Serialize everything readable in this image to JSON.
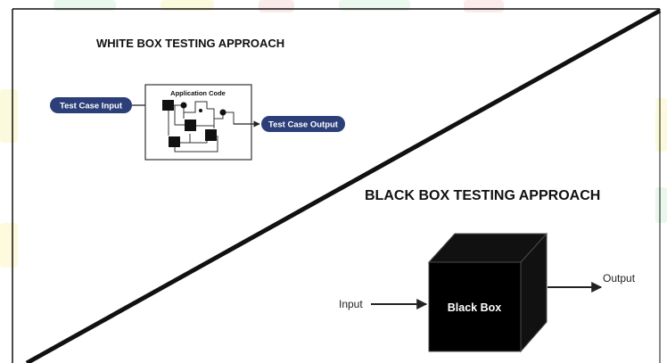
{
  "white_box": {
    "title": "WHITE BOX TESTING APPROACH",
    "app_label": "Application Code",
    "input_label": "Test Case Input",
    "output_label": "Test Case Output"
  },
  "black_box": {
    "title": "BLACK BOX TESTING APPROACH",
    "cube_label": "Black Box",
    "input_label": "Input",
    "output_label": "Output"
  },
  "colors": {
    "pill": "#2d3f78",
    "ink": "#111111",
    "background": "#ffffff",
    "watermark_green": "#d8f2de",
    "watermark_yellow": "#fbf6c2",
    "watermark_pink": "#f9dada"
  }
}
